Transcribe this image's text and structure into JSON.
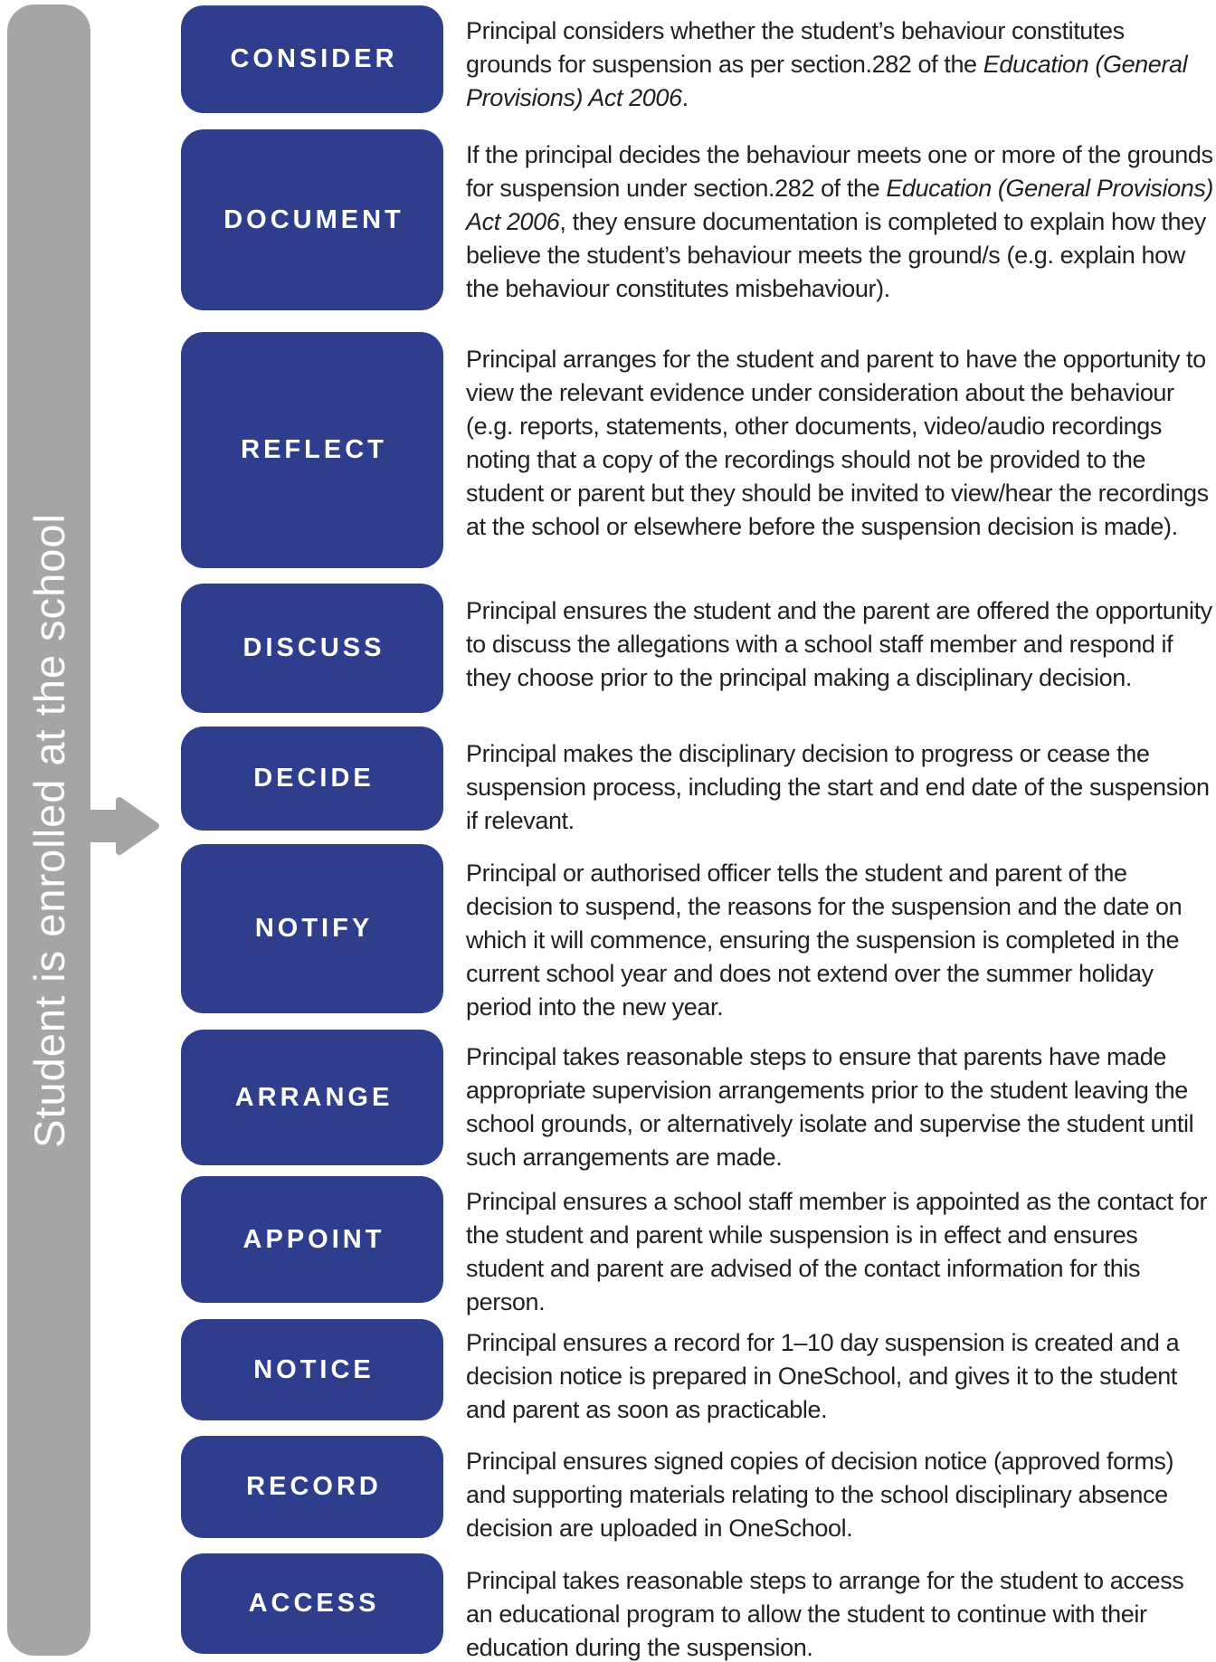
{
  "sidebar": {
    "label": "Student is enrolled at the school"
  },
  "colors": {
    "box_blue": "#2e3d8c",
    "bar_gray": "#a5a5a5",
    "text_dark": "#231f20",
    "label_white": "#ffffff"
  },
  "steps": [
    {
      "label": "CONSIDER",
      "text": "Principal considers whether the student’s behaviour constitutes grounds for suspension as per section.282 of the ",
      "italic": "Education (General Provisions) Act 2006",
      "text_after": "."
    },
    {
      "label": "DOCUMENT",
      "text": "If the principal decides the behaviour meets one or more of the grounds for suspension under section.282 of the ",
      "italic": "Education (General Provisions) Act 2006",
      "text_after": ", they ensure documentation is completed to explain how they believe the student’s behaviour meets the ground/s (e.g. explain how the behaviour constitutes misbehaviour)."
    },
    {
      "label": "REFLECT",
      "text": "Principal arranges for the student and parent to have the opportunity to view the relevant evidence under consideration about the behaviour (e.g. reports, statements, other documents, video/audio recordings noting that a copy of the recordings should not be provided to the student or parent but they should be invited to view/hear the recordings at the school or elsewhere before the suspension decision is made).",
      "italic": "",
      "text_after": ""
    },
    {
      "label": "DISCUSS",
      "text": "Principal ensures the student and the parent are offered the opportunity to discuss the allegations with a school staff member and respond if they choose prior to the principal making a disciplinary decision.",
      "italic": "",
      "text_after": ""
    },
    {
      "label": "DECIDE",
      "text": "Principal makes the disciplinary decision to progress or cease the suspension process, including the start and end date of the suspension if relevant.",
      "italic": "",
      "text_after": ""
    },
    {
      "label": "NOTIFY",
      "text": "Principal or authorised officer tells the student and parent of the decision to suspend, the reasons for the suspension and the date on which it will commence, ensuring the suspension is completed in the current school year and does not extend over the summer holiday period into the new year.",
      "italic": "",
      "text_after": ""
    },
    {
      "label": "ARRANGE",
      "text": "Principal takes reasonable steps to ensure that parents have made appropriate supervision arrangements prior to the student leaving the school grounds, or alternatively isolate and supervise the student until such arrangements are made.",
      "italic": "",
      "text_after": ""
    },
    {
      "label": "APPOINT",
      "text": "Principal ensures a school staff member is appointed as the contact for the student and parent while suspension is in effect and ensures student and parent are advised of the contact information for this person.",
      "italic": "",
      "text_after": ""
    },
    {
      "label": "NOTICE",
      "text": "Principal ensures a record for 1–10 day suspension is created and a decision notice is prepared in OneSchool, and gives it to the student and parent as soon as practicable.",
      "italic": "",
      "text_after": ""
    },
    {
      "label": "RECORD",
      "text": "Principal ensures signed copies of decision notice (approved forms) and supporting materials relating to the school disciplinary absence decision are uploaded in OneSchool.",
      "italic": "",
      "text_after": ""
    },
    {
      "label": "ACCESS",
      "text": "Principal takes reasonable steps to arrange for the student to access an educational program to allow the student to continue with their education during the suspension.",
      "italic": "",
      "text_after": ""
    }
  ]
}
